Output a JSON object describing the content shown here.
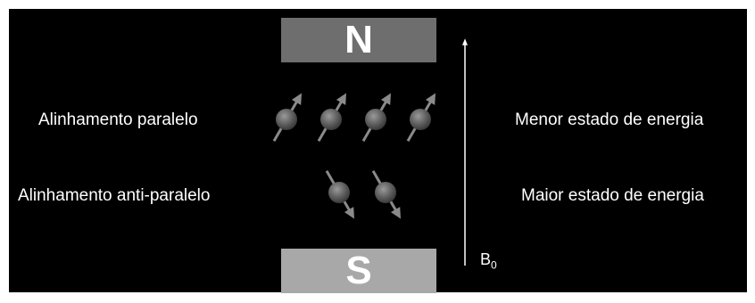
{
  "magnets": {
    "north": {
      "letter": "N",
      "color": "#6e6e6e"
    },
    "south": {
      "letter": "S",
      "color": "#a8a8a8"
    }
  },
  "labels": {
    "parallel": "Alinhamento paralelo",
    "antiparallel": "Alinhamento anti-paralelo",
    "lower_energy": "Menor estado de energia",
    "higher_energy": "Maior estado de energia"
  },
  "field": {
    "symbol": "B",
    "subscript": "0"
  },
  "spins": {
    "parallel_count": 4,
    "antiparallel_count": 2,
    "sphere_color": "#6a6a6a",
    "arrow_color": "#8a8a8a"
  },
  "colors": {
    "background": "#000000",
    "text": "#ffffff"
  }
}
